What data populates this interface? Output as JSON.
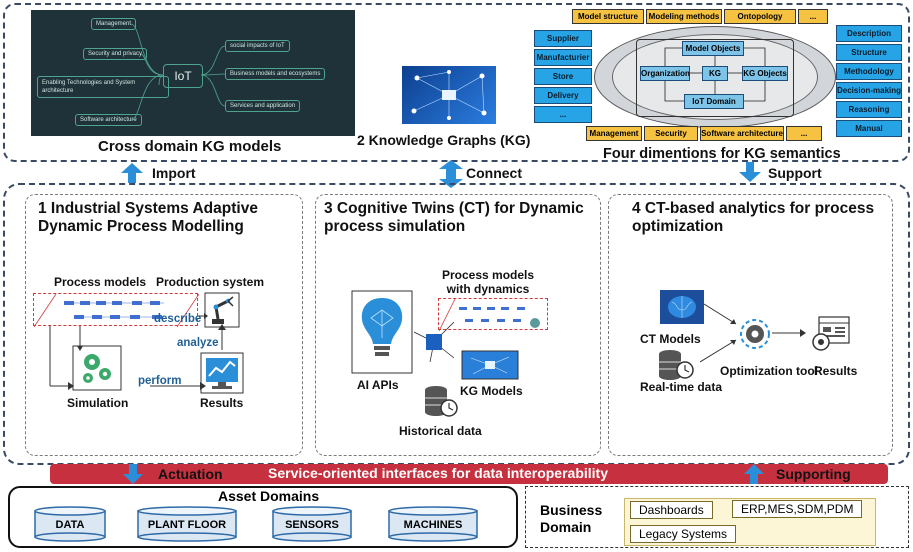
{
  "top": {
    "cross_domain_caption": "Cross domain KG models",
    "kg_caption": "2 Knowledge Graphs (KG)",
    "four_dimensions_caption": "Four dimentions for KG semantics",
    "mindmap": {
      "center": "IoT",
      "left_nodes": [
        "Management",
        "Security and privacy",
        "Enabling Technologies and System architecture",
        "Software architecture"
      ],
      "right_nodes": [
        "social impacts of IoT",
        "Business models and ecosystems",
        "Services and application"
      ]
    },
    "semantics": {
      "top_boxes": [
        "Model structure",
        "Modeling methods",
        "Ontopology",
        "..."
      ],
      "left_boxes": [
        "Supplier",
        "Manufacturier",
        "Store",
        "Delivery",
        "..."
      ],
      "right_boxes": [
        "Description",
        "Structure",
        "Methodology",
        "Decision-making",
        "Reasoning",
        "Manual"
      ],
      "bottom_boxes": [
        "Management",
        "Security",
        "Software architecture",
        "..."
      ],
      "nodes": {
        "model_objects": "Model Objects",
        "organization": "Organization",
        "kg": "KG",
        "kg_objects": "KG Objects",
        "iot_domain": "IoT Domain"
      }
    }
  },
  "arrows": {
    "import": "Import",
    "connect": "Connect",
    "support": "Support",
    "actuation": "Actuation",
    "supporting": "Supporting"
  },
  "section1": {
    "title_line1": "1 Industrial Systems Adaptive",
    "title_line2": "Dynamic Process Modelling",
    "process_models": "Process models",
    "production_system": "Production system",
    "describe": "describe",
    "analyze": "analyze",
    "simulation": "Simulation",
    "perform": "perform",
    "results": "Results"
  },
  "section3": {
    "title_line1": "3 Cognitive Twins (CT) for Dynamic",
    "title_line2": "process simulation",
    "process_models_line1": "Process models",
    "process_models_line2": "with dynamics",
    "ai_apis": "AI APIs",
    "kg_models": "KG Models",
    "historical_data": "Historical data"
  },
  "section4": {
    "title_line1": "4 CT-based analytics for process",
    "title_line2": "optimization",
    "ct_models": "CT Models",
    "optimization_tool": "Optimization tool",
    "results": "Results",
    "realtime_data": "Real-time data"
  },
  "service_bar": "Service-oriented interfaces for data interoperability",
  "asset_domains": {
    "title": "Asset Domains",
    "items": [
      "DATA",
      "PLANT FLOOR",
      "SENSORS",
      "MACHINES"
    ]
  },
  "business_domain": {
    "title_line1": "Business",
    "title_line2": "Domain",
    "items": [
      "Dashboards",
      "ERP,MES,SDM,PDM",
      "Legacy Systems"
    ]
  },
  "colors": {
    "dark_navy": "#3b4a63",
    "bar_red": "#c7313f",
    "arrow_blue": "#2a8fd8",
    "semantic_yellow": "#f6c242",
    "semantic_blue": "#26a4e6",
    "business_yellow": "#fdf6d6"
  }
}
